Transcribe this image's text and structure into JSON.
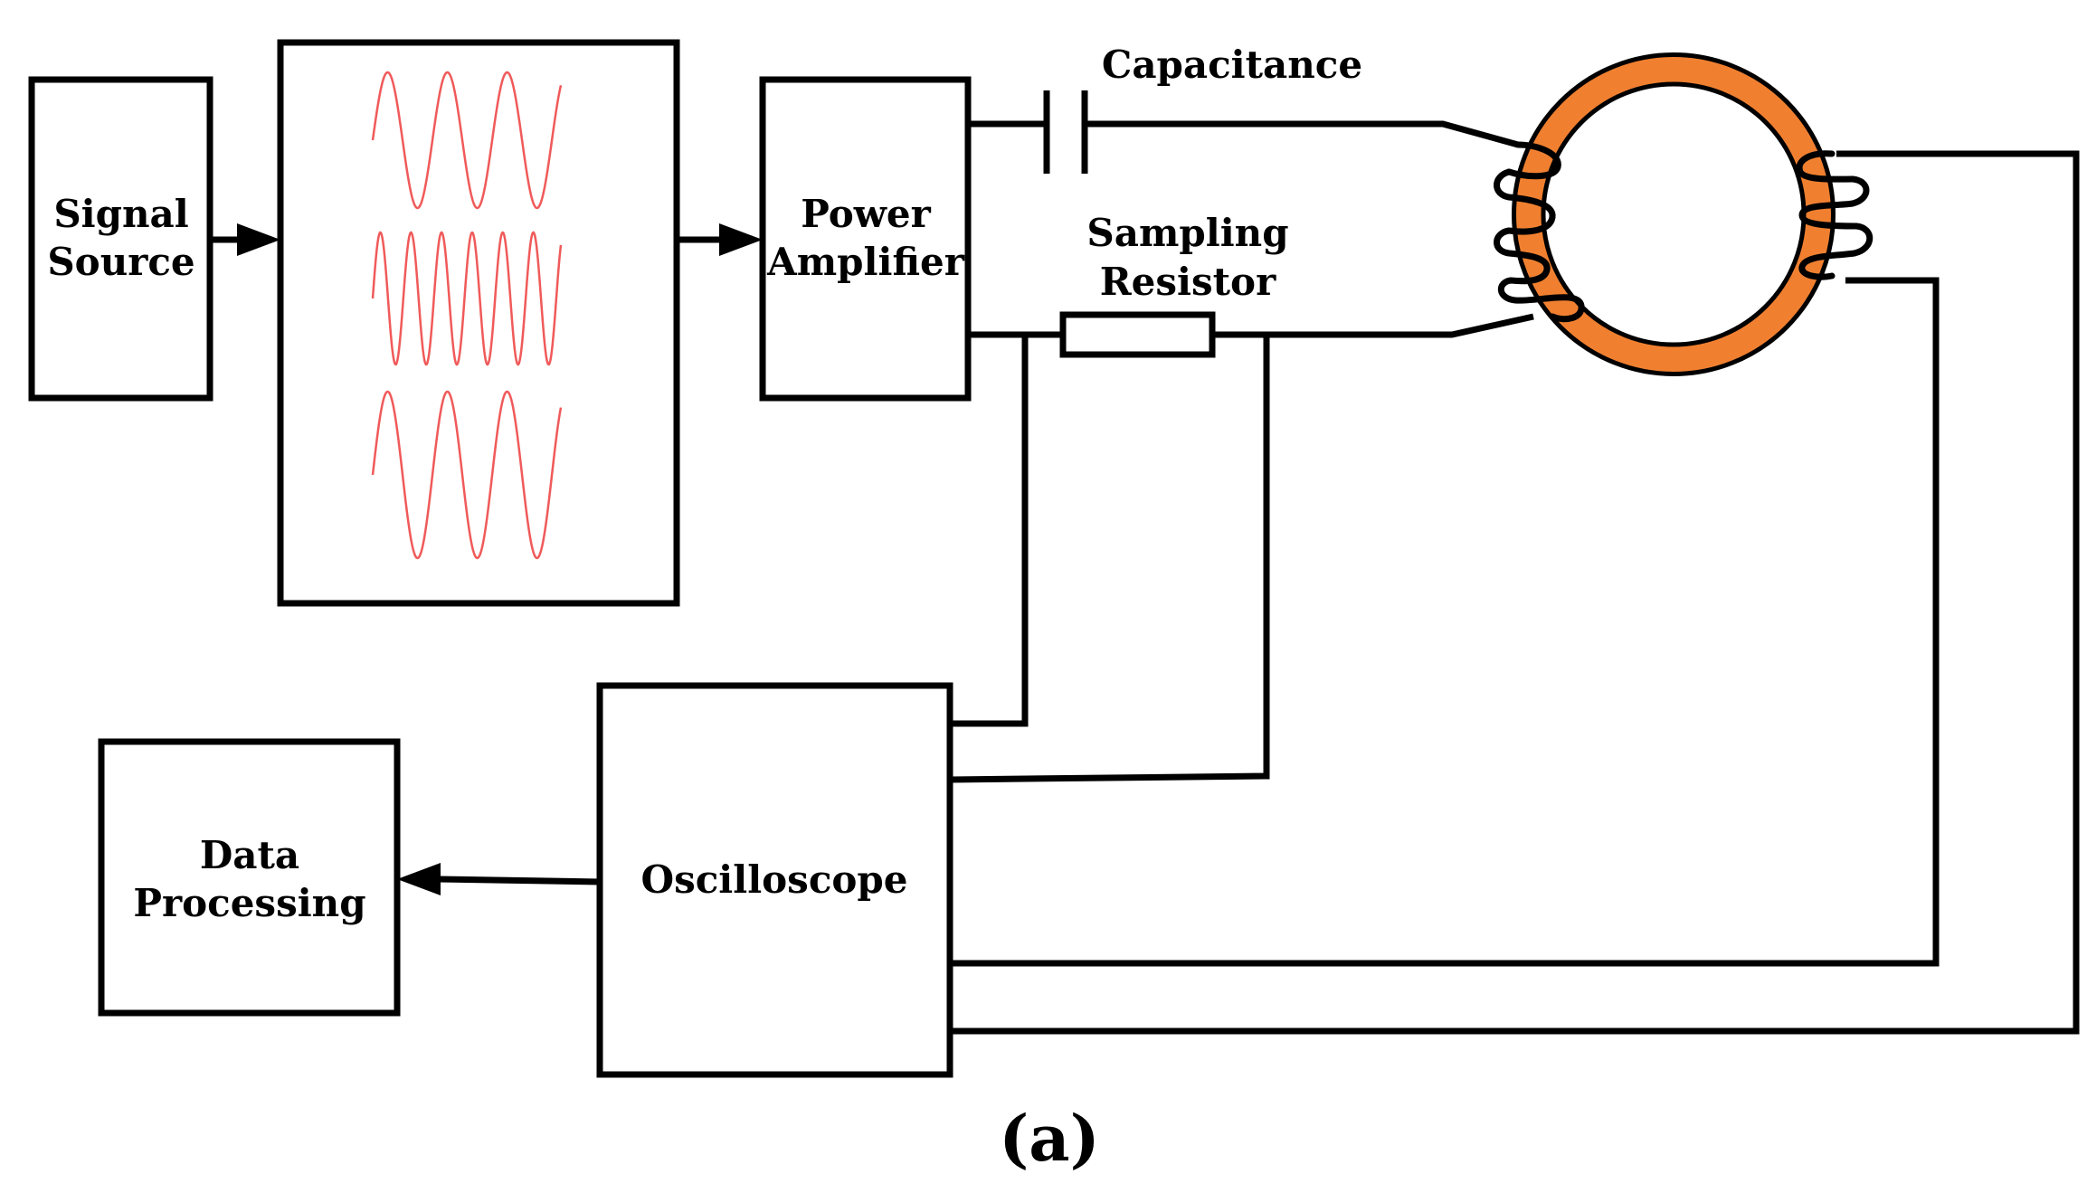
{
  "labels": {
    "signal_source": [
      "Signal",
      "Source"
    ],
    "power_amplifier": [
      "Power",
      "Amplifier"
    ],
    "capacitance": "Capacitance",
    "sampling_resistor": [
      "Sampling",
      "Resistor"
    ],
    "oscilloscope": "Oscilloscope",
    "data_processing": [
      "Data",
      "Processing"
    ]
  },
  "caption": "(a)",
  "colors": {
    "waveform": "#f05a5a",
    "ring_core": "#f08030",
    "line": "#000000"
  }
}
